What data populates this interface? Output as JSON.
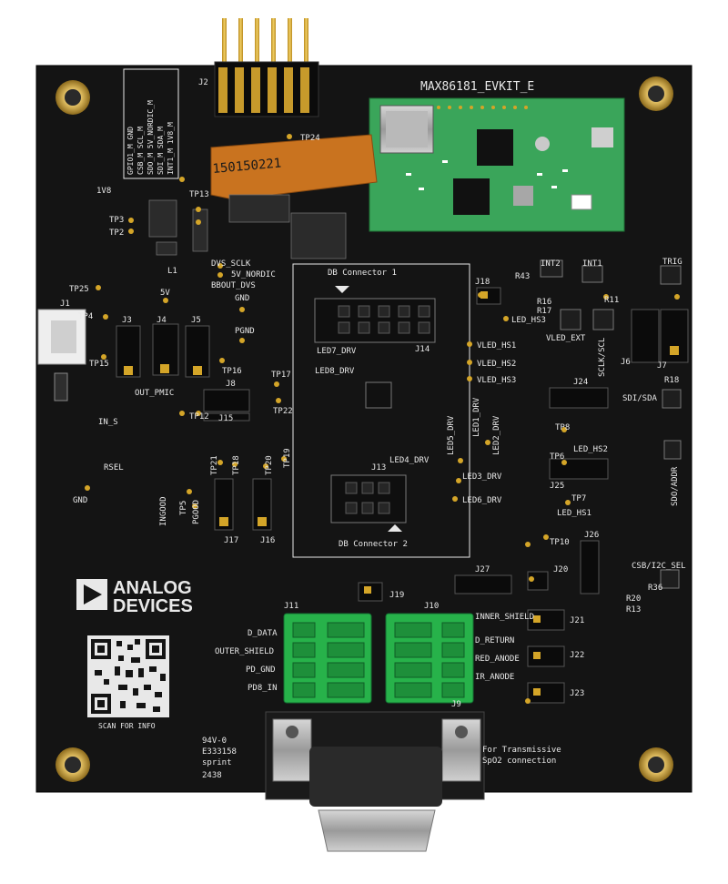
{
  "board": {
    "title": "MAX86181_EVKIT_E",
    "flex_cable_text": "150150221",
    "logo": {
      "line1": "ANALOG",
      "line2": "DEVICES"
    },
    "scan_text": "SCAN FOR INFO",
    "cert": {
      "rating": "94V-0",
      "file": "E333158",
      "maker": "sprint",
      "datecode": "2438"
    },
    "db_connector_1": "DB Connector 1",
    "db_connector_2": "DB Connector 2",
    "transmissive_note": [
      "For Transmissive",
      "SpO2 connection"
    ],
    "j2_pin_labels": [
      "GPIO1_M GND",
      "CSB_M SCL_M",
      "SDO_M 5V_NORDIC_M",
      "SDI_M SDA_M",
      "INT1_M 1V8_M"
    ]
  },
  "labels": {
    "j1": "J1",
    "j2": "J2",
    "j3": "J3",
    "j4": "J4",
    "j5": "J5",
    "j6": "J6",
    "j7": "J7",
    "j8": "J8",
    "j9": "J9",
    "j10": "J10",
    "j11": "J11",
    "j13": "J13",
    "j14": "J14",
    "j15": "J15",
    "j16": "J16",
    "j17": "J17",
    "j18": "J18",
    "j19": "J19",
    "j20": "J20",
    "j21": "J21",
    "j22": "J22",
    "j23": "J23",
    "j24": "J24",
    "j25": "J25",
    "j26": "J26",
    "j27": "J27",
    "v1v8": "1V8",
    "tp3": "TP3",
    "tp2": "TP2",
    "tp25": "TP25",
    "tp4": "TP4",
    "tp15": "TP15",
    "v5v": "5V",
    "l1": "L1",
    "dvs_sclk": "DVS_SCLK",
    "v5v_nordic": "5V_NORDIC",
    "bbout_dvs": "BBOUT_DVS",
    "gnd_top": "GND",
    "pgnd": "PGND",
    "tp16": "TP16",
    "tp17": "TP17",
    "tp22": "TP22",
    "out_pmic": "OUT_PMIC",
    "in_s": "IN_S",
    "rsel": "RSEL",
    "gnd_left": "GND",
    "ingood": "INGOOD",
    "tp5": "TP5",
    "pgood": "PGOOD",
    "tp12": "TP12",
    "tp21": "TP21",
    "tp18": "TP18",
    "tp20": "TP20",
    "tp19": "TP19",
    "led7_drv": "LED7_DRV",
    "led8_drv": "LED8_DRV",
    "led5_drv": "LED5_DRV",
    "led4_drv": "LED4_DRV",
    "led1_drv": "LED1_DRV",
    "led2_drv": "LED2_DRV",
    "led3_drv": "LED3_DRV",
    "led6_drv": "LED6_DRV",
    "vled_hs1": "VLED_HS1",
    "vled_hs2": "VLED_HS2",
    "vled_hs3": "VLED_HS3",
    "led_hs3": "LED_HS3",
    "led_hs2": "LED_HS2",
    "led_hs1": "LED_HS1",
    "r43": "R43",
    "r16": "R16",
    "r17": "R17",
    "r11": "R11",
    "r18": "R18",
    "int2": "INT2",
    "int1": "INT1",
    "trig": "TRIG",
    "vled_ext": "VLED_EXT",
    "sclk_scl": "SCLK/SCL",
    "sdi_sda": "SDI/SDA",
    "sdo_addr": "SDO/ADDR",
    "tp8": "TP8",
    "tp6": "TP6",
    "tp7": "TP7",
    "tp10": "TP10",
    "csb_i2c_sel": "CSB/I2C_SEL",
    "r20": "R20",
    "r13": "R13",
    "r36": "R36",
    "tp24": "TP24",
    "tp13": "TP13",
    "d_data": "D_DATA",
    "outer_shield": "OUTER_SHIELD",
    "pd_gnd": "PD_GND",
    "pd8_in": "PD8_IN",
    "inner_shield": "INNER_SHIELD",
    "d_return": "D_RETURN",
    "red_anode": "RED_ANODE",
    "ir_anode": "IR_ANODE"
  },
  "colors": {
    "pcb": "#141414",
    "silkscreen": "#e8e8e8",
    "pad_gold": "#d4a528",
    "terminal_green": "#27b24a",
    "module_green": "#3aa55a",
    "flex_orange": "#c9731f",
    "header_black": "#0b0b0b",
    "connector_metal": "#9a9a9a"
  }
}
